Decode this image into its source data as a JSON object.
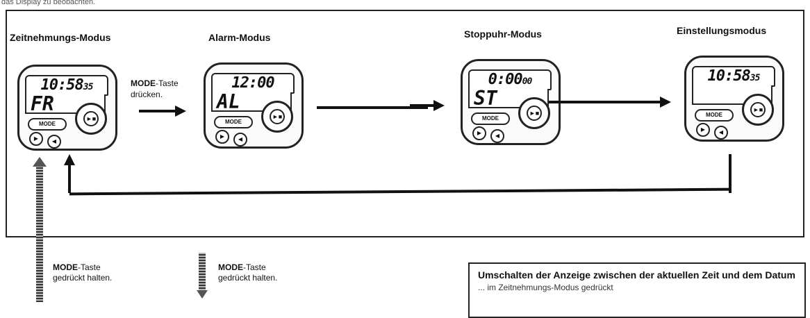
{
  "header": {
    "text": "das Display zu beobachten."
  },
  "modes": [
    {
      "title": "Zeitnehmungs-Modus",
      "top": "10:58",
      "seconds": "35",
      "bottom": "FR"
    },
    {
      "title": "Alarm-Modus",
      "top": "12:00",
      "seconds": "",
      "bottom": "AL"
    },
    {
      "title": "Stoppuhr-Modus",
      "top": "0:00",
      "seconds": "00",
      "bottom": "ST"
    },
    {
      "title": "Einstellungsmodus",
      "top": "10:58",
      "seconds": "35",
      "bottom": ""
    }
  ],
  "watch_button": {
    "mode_label": "MODE",
    "play_glyph": "►■"
  },
  "press_label": {
    "key": "MODE",
    "suffix": "-Taste",
    "line2": "drücken."
  },
  "hold_labels": [
    {
      "key": "MODE",
      "suffix": "-Taste",
      "line2": "gedrückt halten."
    },
    {
      "key": "MODE",
      "suffix": "-Taste",
      "line2": "gedrückt halten."
    }
  ],
  "info_box": {
    "title": "Umschalten der Anzeige zwischen der aktuellen Zeit und dem Datum",
    "partial_text": "... im Zeitnehmungs-Modus gedrückt"
  }
}
